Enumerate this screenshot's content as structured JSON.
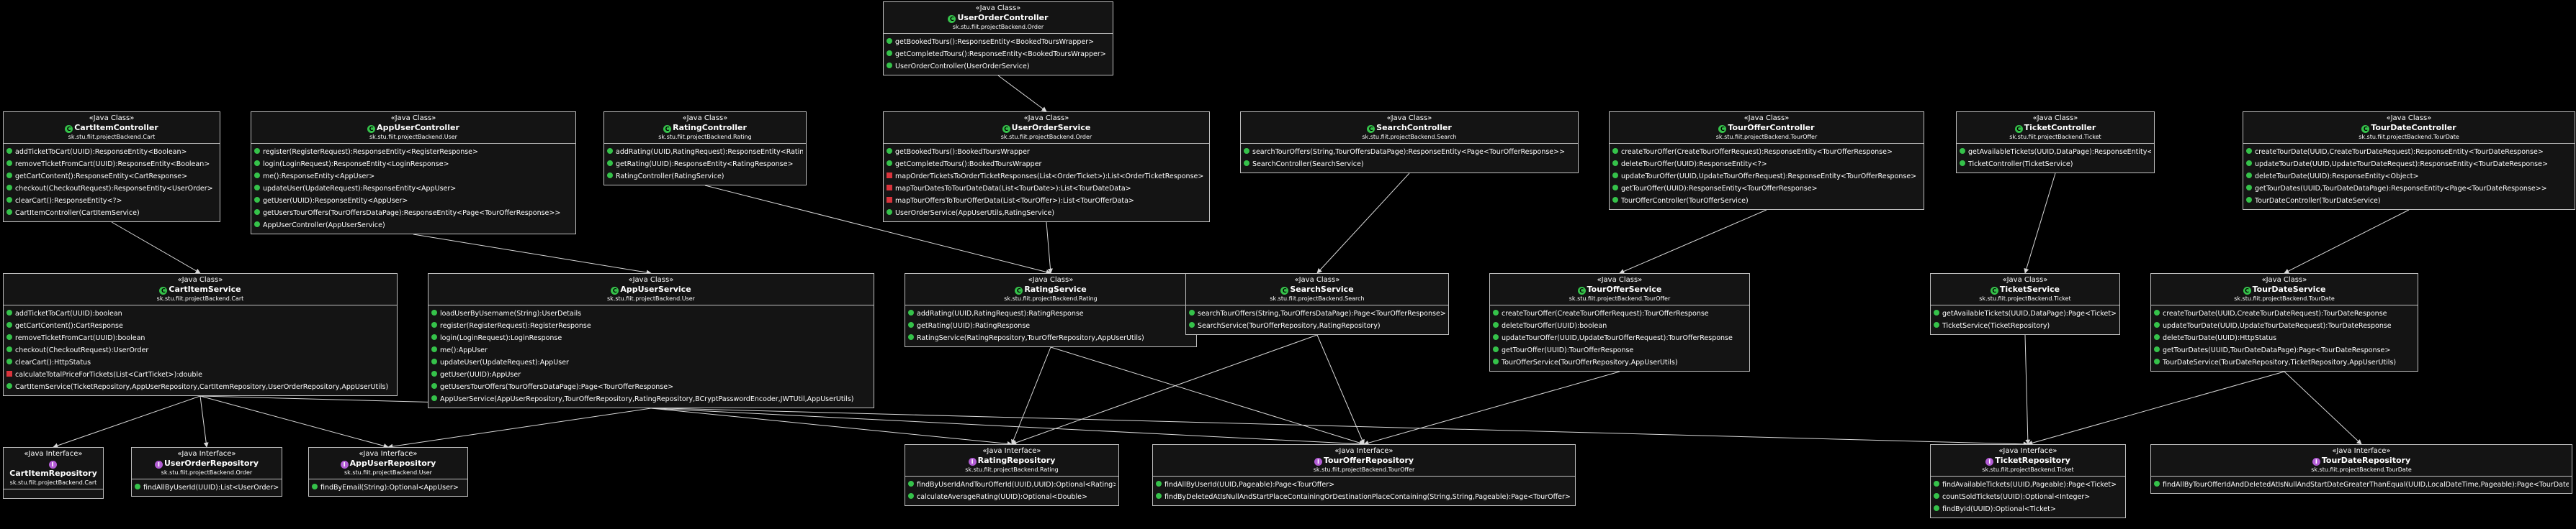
{
  "diagram": {
    "boxes": [
      {
        "id": "userOrderController",
        "stereotype": "«Java Class»",
        "kind": "c",
        "name": "UserOrderController",
        "package": "sk.stu.fiit.projectBackend.Order",
        "members": [
          {
            "vis": "pub",
            "text": "getBookedTours():ResponseEntity<BookedToursWrapper>"
          },
          {
            "vis": "pub",
            "text": "getCompletedTours():ResponseEntity<BookedToursWrapper>"
          },
          {
            "vis": "pub",
            "text": "UserOrderController(UserOrderService)"
          }
        ]
      },
      {
        "id": "cartItemController",
        "stereotype": "«Java Class»",
        "kind": "c",
        "name": "CartItemController",
        "package": "sk.stu.fiit.projectBackend.Cart",
        "members": [
          {
            "vis": "pub",
            "text": "addTicketToCart(UUID):ResponseEntity<Boolean>"
          },
          {
            "vis": "pub",
            "text": "removeTicketFromCart(UUID):ResponseEntity<Boolean>"
          },
          {
            "vis": "pub",
            "text": "getCartContent():ResponseEntity<CartResponse>"
          },
          {
            "vis": "pub",
            "text": "checkout(CheckoutRequest):ResponseEntity<UserOrder>"
          },
          {
            "vis": "pub",
            "text": "clearCart():ResponseEntity<?>"
          },
          {
            "vis": "pub",
            "text": "CartItemController(CartItemService)"
          }
        ]
      },
      {
        "id": "appUserController",
        "stereotype": "«Java Class»",
        "kind": "c",
        "name": "AppUserController",
        "package": "sk.stu.fiit.projectBackend.User",
        "members": [
          {
            "vis": "pub",
            "text": "register(RegisterRequest):ResponseEntity<RegisterResponse>"
          },
          {
            "vis": "pub",
            "text": "login(LoginRequest):ResponseEntity<LoginResponse>"
          },
          {
            "vis": "pub",
            "text": "me():ResponseEntity<AppUser>"
          },
          {
            "vis": "pub",
            "text": "updateUser(UpdateRequest):ResponseEntity<AppUser>"
          },
          {
            "vis": "pub",
            "text": "getUser(UUID):ResponseEntity<AppUser>"
          },
          {
            "vis": "pub",
            "text": "getUsersTourOffers(TourOffersDataPage):ResponseEntity<Page<TourOfferResponse>>"
          },
          {
            "vis": "pub",
            "text": "AppUserController(AppUserService)"
          }
        ]
      },
      {
        "id": "ratingController",
        "stereotype": "«Java Class»",
        "kind": "c",
        "name": "RatingController",
        "package": "sk.stu.fiit.projectBackend.Rating",
        "members": [
          {
            "vis": "pub",
            "text": "addRating(UUID,RatingRequest):ResponseEntity<RatingResponse>"
          },
          {
            "vis": "pub",
            "text": "getRating(UUID):ResponseEntity<RatingResponse>"
          },
          {
            "vis": "pub",
            "text": "RatingController(RatingService)"
          }
        ]
      },
      {
        "id": "userOrderService",
        "stereotype": "«Java Class»",
        "kind": "c",
        "name": "UserOrderService",
        "package": "sk.stu.fiit.projectBackend.Order",
        "members": [
          {
            "vis": "pub",
            "text": "getBookedTours():BookedToursWrapper"
          },
          {
            "vis": "pub",
            "text": "getCompletedTours():BookedToursWrapper"
          },
          {
            "vis": "pri",
            "text": "mapOrderTicketsToOrderTicketResponses(List<OrderTicket>):List<OrderTicketResponse>"
          },
          {
            "vis": "pri",
            "text": "mapTourDatesToTourDateData(List<TourDate>):List<TourDateData>"
          },
          {
            "vis": "pri",
            "text": "mapTourOffersToTourOfferData(List<TourOffer>):List<TourOfferData>"
          },
          {
            "vis": "pub",
            "text": "UserOrderService(AppUserUtils,RatingService)"
          }
        ]
      },
      {
        "id": "searchController",
        "stereotype": "«Java Class»",
        "kind": "c",
        "name": "SearchController",
        "package": "sk.stu.fiit.projectBackend.Search",
        "members": [
          {
            "vis": "pub",
            "text": "searchTourOffers(String,TourOffersDataPage):ResponseEntity<Page<TourOfferResponse>>"
          },
          {
            "vis": "pub",
            "text": "SearchController(SearchService)"
          }
        ]
      },
      {
        "id": "tourOfferController",
        "stereotype": "«Java Class»",
        "kind": "c",
        "name": "TourOfferController",
        "package": "sk.stu.fiit.projectBackend.TourOffer",
        "members": [
          {
            "vis": "pub",
            "text": "createTourOffer(CreateTourOfferRequest):ResponseEntity<TourOfferResponse>"
          },
          {
            "vis": "pub",
            "text": "deleteTourOffer(UUID):ResponseEntity<?>"
          },
          {
            "vis": "pub",
            "text": "updateTourOffer(UUID,UpdateTourOfferRequest):ResponseEntity<TourOfferResponse>"
          },
          {
            "vis": "pub",
            "text": "getTourOffer(UUID):ResponseEntity<TourOfferResponse>"
          },
          {
            "vis": "pub",
            "text": "TourOfferController(TourOfferService)"
          }
        ]
      },
      {
        "id": "ticketController",
        "stereotype": "«Java Class»",
        "kind": "c",
        "name": "TicketController",
        "package": "sk.stu.fiit.projectBackend.Ticket",
        "members": [
          {
            "vis": "pub",
            "text": "getAvailableTickets(UUID,DataPage):ResponseEntity<Page<Ticket>>"
          },
          {
            "vis": "pub",
            "text": "TicketController(TicketService)"
          }
        ]
      },
      {
        "id": "tourDateController",
        "stereotype": "«Java Class»",
        "kind": "c",
        "name": "TourDateController",
        "package": "sk.stu.fiit.projectBackend.TourDate",
        "members": [
          {
            "vis": "pub",
            "text": "createTourDate(UUID,CreateTourDateRequest):ResponseEntity<TourDateResponse>"
          },
          {
            "vis": "pub",
            "text": "updateTourDate(UUID,UpdateTourDateRequest):ResponseEntity<TourDateResponse>"
          },
          {
            "vis": "pub",
            "text": "deleteTourDate(UUID):ResponseEntity<Object>"
          },
          {
            "vis": "pub",
            "text": "getTourDates(UUID,TourDateDataPage):ResponseEntity<Page<TourDateResponse>>"
          },
          {
            "vis": "pub",
            "text": "TourDateController(TourDateService)"
          }
        ]
      },
      {
        "id": "cartItemService",
        "stereotype": "«Java Class»",
        "kind": "c",
        "name": "CartItemService",
        "package": "sk.stu.fiit.projectBackend.Cart",
        "members": [
          {
            "vis": "pub",
            "text": "addTicketToCart(UUID):boolean"
          },
          {
            "vis": "pub",
            "text": "getCartContent():CartResponse"
          },
          {
            "vis": "pub",
            "text": "removeTicketFromCart(UUID):boolean"
          },
          {
            "vis": "pub",
            "text": "checkout(CheckoutRequest):UserOrder"
          },
          {
            "vis": "pub",
            "text": "clearCart():HttpStatus"
          },
          {
            "vis": "pri",
            "text": "calculateTotalPriceForTickets(List<CartTicket>):double"
          },
          {
            "vis": "pub",
            "text": "CartItemService(TicketRepository,AppUserRepository,CartItemRepository,UserOrderRepository,AppUserUtils)"
          }
        ]
      },
      {
        "id": "appUserService",
        "stereotype": "«Java Class»",
        "kind": "c",
        "name": "AppUserService",
        "package": "sk.stu.fiit.projectBackend.User",
        "members": [
          {
            "vis": "pub",
            "text": "loadUserByUsername(String):UserDetails"
          },
          {
            "vis": "pub",
            "text": "register(RegisterRequest):RegisterResponse"
          },
          {
            "vis": "pub",
            "text": "login(LoginRequest):LoginResponse"
          },
          {
            "vis": "pub",
            "text": "me():AppUser"
          },
          {
            "vis": "pub",
            "text": "updateUser(UpdateRequest):AppUser"
          },
          {
            "vis": "pub",
            "text": "getUser(UUID):AppUser"
          },
          {
            "vis": "pub",
            "text": "getUsersTourOffers(TourOffersDataPage):Page<TourOfferResponse>"
          },
          {
            "vis": "pub",
            "text": "AppUserService(AppUserRepository,TourOfferRepository,RatingRepository,BCryptPasswordEncoder,JWTUtil,AppUserUtils)"
          }
        ]
      },
      {
        "id": "ratingService",
        "stereotype": "«Java Class»",
        "kind": "c",
        "name": "RatingService",
        "package": "sk.stu.fiit.projectBackend.Rating",
        "members": [
          {
            "vis": "pub",
            "text": "addRating(UUID,RatingRequest):RatingResponse"
          },
          {
            "vis": "pub",
            "text": "getRating(UUID):RatingResponse"
          },
          {
            "vis": "pub",
            "text": "RatingService(RatingRepository,TourOfferRepository,AppUserUtils)"
          }
        ]
      },
      {
        "id": "searchService",
        "stereotype": "«Java Class»",
        "kind": "c",
        "name": "SearchService",
        "package": "sk.stu.fiit.projectBackend.Search",
        "members": [
          {
            "vis": "pub",
            "text": "searchTourOffers(String,TourOffersDataPage):Page<TourOfferResponse>"
          },
          {
            "vis": "pub",
            "text": "SearchService(TourOfferRepository,RatingRepository)"
          }
        ]
      },
      {
        "id": "tourOfferService",
        "stereotype": "«Java Class»",
        "kind": "c",
        "name": "TourOfferService",
        "package": "sk.stu.fiit.projectBackend.TourOffer",
        "members": [
          {
            "vis": "pub",
            "text": "createTourOffer(CreateTourOfferRequest):TourOfferResponse"
          },
          {
            "vis": "pub",
            "text": "deleteTourOffer(UUID):boolean"
          },
          {
            "vis": "pub",
            "text": "updateTourOffer(UUID,UpdateTourOfferRequest):TourOfferResponse"
          },
          {
            "vis": "pub",
            "text": "getTourOffer(UUID):TourOfferResponse"
          },
          {
            "vis": "pub",
            "text": "TourOfferService(TourOfferRepository,AppUserUtils)"
          }
        ]
      },
      {
        "id": "ticketService",
        "stereotype": "«Java Class»",
        "kind": "c",
        "name": "TicketService",
        "package": "sk.stu.fiit.projectBackend.Ticket",
        "members": [
          {
            "vis": "pub",
            "text": "getAvailableTickets(UUID,DataPage):Page<Ticket>"
          },
          {
            "vis": "pub",
            "text": "TicketService(TicketRepository)"
          }
        ]
      },
      {
        "id": "tourDateService",
        "stereotype": "«Java Class»",
        "kind": "c",
        "name": "TourDateService",
        "package": "sk.stu.fiit.projectBackend.TourDate",
        "members": [
          {
            "vis": "pub",
            "text": "createTourDate(UUID,CreateTourDateRequest):TourDateResponse"
          },
          {
            "vis": "pub",
            "text": "updateTourDate(UUID,UpdateTourDateRequest):TourDateResponse"
          },
          {
            "vis": "pub",
            "text": "deleteTourDate(UUID):HttpStatus"
          },
          {
            "vis": "pub",
            "text": "getTourDates(UUID,TourDateDataPage):Page<TourDateResponse>"
          },
          {
            "vis": "pub",
            "text": "TourDateService(TourDateRepository,TicketRepository,AppUserUtils)"
          }
        ]
      },
      {
        "id": "cartItemRepository",
        "stereotype": "«Java Interface»",
        "kind": "i",
        "name": "CartItemRepository",
        "package": "sk.stu.fiit.projectBackend.Cart",
        "members": []
      },
      {
        "id": "userOrderRepository",
        "stereotype": "«Java Interface»",
        "kind": "i",
        "name": "UserOrderRepository",
        "package": "sk.stu.fiit.projectBackend.Order",
        "members": [
          {
            "vis": "pub",
            "text": "findAllByUserId(UUID):List<UserOrder>"
          }
        ]
      },
      {
        "id": "appUserRepository",
        "stereotype": "«Java Interface»",
        "kind": "i",
        "name": "AppUserRepository",
        "package": "sk.stu.fiit.projectBackend.User",
        "members": [
          {
            "vis": "pub",
            "text": "findByEmail(String):Optional<AppUser>"
          }
        ]
      },
      {
        "id": "ratingRepository",
        "stereotype": "«Java Interface»",
        "kind": "i",
        "name": "RatingRepository",
        "package": "sk.stu.fiit.projectBackend.Rating",
        "members": [
          {
            "vis": "pub",
            "text": "findByUserIdAndTourOfferId(UUID,UUID):Optional<Rating>"
          },
          {
            "vis": "pub",
            "text": "calculateAverageRating(UUID):Optional<Double>"
          }
        ]
      },
      {
        "id": "tourOfferRepository",
        "stereotype": "«Java Interface»",
        "kind": "i",
        "name": "TourOfferRepository",
        "package": "sk.stu.fiit.projectBackend.TourOffer",
        "members": [
          {
            "vis": "pub",
            "text": "findAllByUserId(UUID,Pageable):Page<TourOffer>"
          },
          {
            "vis": "pub",
            "text": "findByDeletedAtIsNullAndStartPlaceContainingOrDestinationPlaceContaining(String,String,Pageable):Page<TourOffer>"
          }
        ]
      },
      {
        "id": "ticketRepository",
        "stereotype": "«Java Interface»",
        "kind": "i",
        "name": "TicketRepository",
        "package": "sk.stu.fiit.projectBackend.Ticket",
        "members": [
          {
            "vis": "pub",
            "text": "findAvailableTickets(UUID,Pageable):Page<Ticket>"
          },
          {
            "vis": "pub",
            "text": "countSoldTickets(UUID):Optional<Integer>"
          },
          {
            "vis": "pub",
            "text": "findById(UUID):Optional<Ticket>"
          }
        ]
      },
      {
        "id": "tourDateRepository",
        "stereotype": "«Java Interface»",
        "kind": "i",
        "name": "TourDateRepository",
        "package": "sk.stu.fiit.projectBackend.TourDate",
        "members": [
          {
            "vis": "pub",
            "text": "findAllByTourOfferIdAndDeletedAtIsNullAndStartDateGreaterThanEqual(UUID,LocalDateTime,Pageable):Page<TourDate>"
          }
        ]
      }
    ],
    "edges": [
      [
        "userOrderController",
        "userOrderService"
      ],
      [
        "cartItemController",
        "cartItemService"
      ],
      [
        "appUserController",
        "appUserService"
      ],
      [
        "ratingController",
        "ratingService"
      ],
      [
        "userOrderService",
        "ratingService"
      ],
      [
        "searchController",
        "searchService"
      ],
      [
        "tourOfferController",
        "tourOfferService"
      ],
      [
        "ticketController",
        "ticketService"
      ],
      [
        "tourDateController",
        "tourDateService"
      ],
      [
        "cartItemService",
        "cartItemRepository"
      ],
      [
        "cartItemService",
        "userOrderRepository"
      ],
      [
        "cartItemService",
        "appUserRepository"
      ],
      [
        "cartItemService",
        "ticketRepository"
      ],
      [
        "appUserService",
        "appUserRepository"
      ],
      [
        "appUserService",
        "ratingRepository"
      ],
      [
        "appUserService",
        "tourOfferRepository"
      ],
      [
        "ratingService",
        "ratingRepository"
      ],
      [
        "ratingService",
        "tourOfferRepository"
      ],
      [
        "searchService",
        "ratingRepository"
      ],
      [
        "searchService",
        "tourOfferRepository"
      ],
      [
        "tourOfferService",
        "tourOfferRepository"
      ],
      [
        "ticketService",
        "ticketRepository"
      ],
      [
        "tourDateService",
        "ticketRepository"
      ],
      [
        "tourDateService",
        "tourDateRepository"
      ]
    ]
  },
  "colors": {
    "background": "#000000",
    "box_fill": "#141414",
    "box_border": "#bfbfbf",
    "public_marker": "#35c24a",
    "private_marker": "#d9333b",
    "class_icon": "#35c24a",
    "interface_icon": "#b25cd4",
    "edge": "#d8d8d8"
  }
}
